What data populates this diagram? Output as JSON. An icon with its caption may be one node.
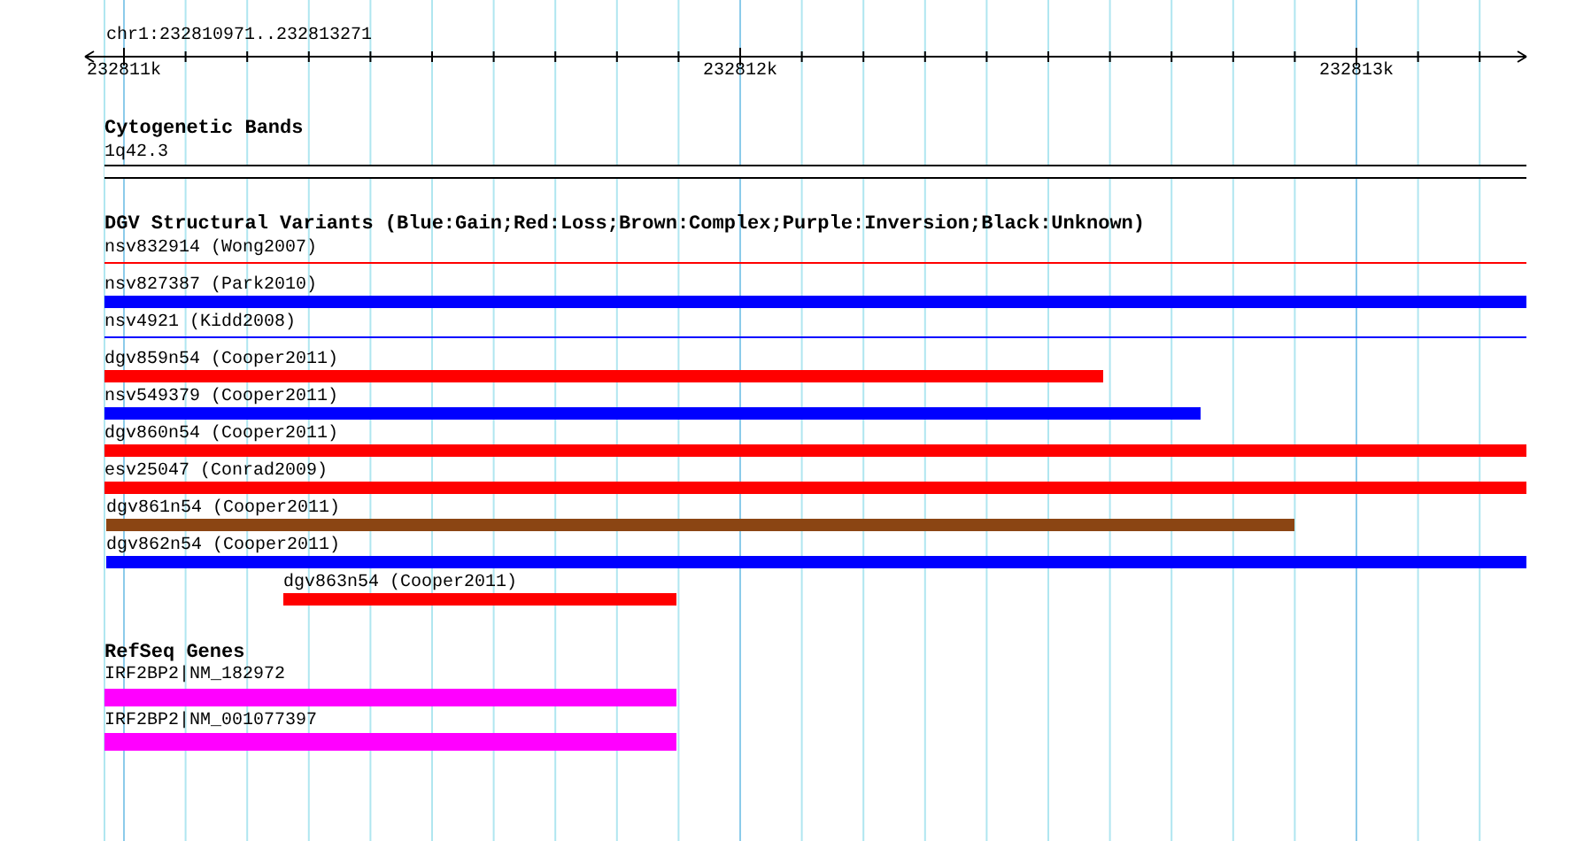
{
  "diagram": {
    "nodes": [
      {
        "text": [
          "1q42.3"
        ]
      },
      {
        "text": [
          "nsv832914 (Wong2007)"
        ]
      },
      {
        "text": [
          "nsv827387 (Park2010)"
        ]
      },
      {
        "text": [
          "nsv4921 (Kidd2008)"
        ]
      },
      {
        "text": [
          "dgv859n54 (Cooper2011)"
        ]
      },
      {
        "text": [
          "nsv549379 (Cooper2011)"
        ]
      },
      {
        "text": [
          "dgv860n54 (Cooper2011)"
        ]
      },
      {
        "text": [
          "esv25047 (Conrad2009)"
        ]
      },
      {
        "text": [
          "dgv861n54 (Cooper2011)"
        ]
      },
      {
        "text": [
          "dgv862n54 (Cooper2011)"
        ]
      },
      {
        "text": [
          "dgv863n54 (Cooper2011)"
        ]
      },
      {
        "text": [
          "IRF2BP2|NM_182972"
        ]
      },
      {
        "text": [
          "IRF2BP2|NM_001077397"
        ]
      }
    ],
    "edges": [],
    "labels": [
      "chr1:232810971..232813271",
      "232811k",
      "232812k",
      "232813k",
      "Cytogenetic Bands",
      "DGV Structural Variants (Blue:Gain;Red:Loss;Brown:Complex;Purple:Inversion;Black:Unknown)",
      "RefSeq Genes"
    ]
  }
}
